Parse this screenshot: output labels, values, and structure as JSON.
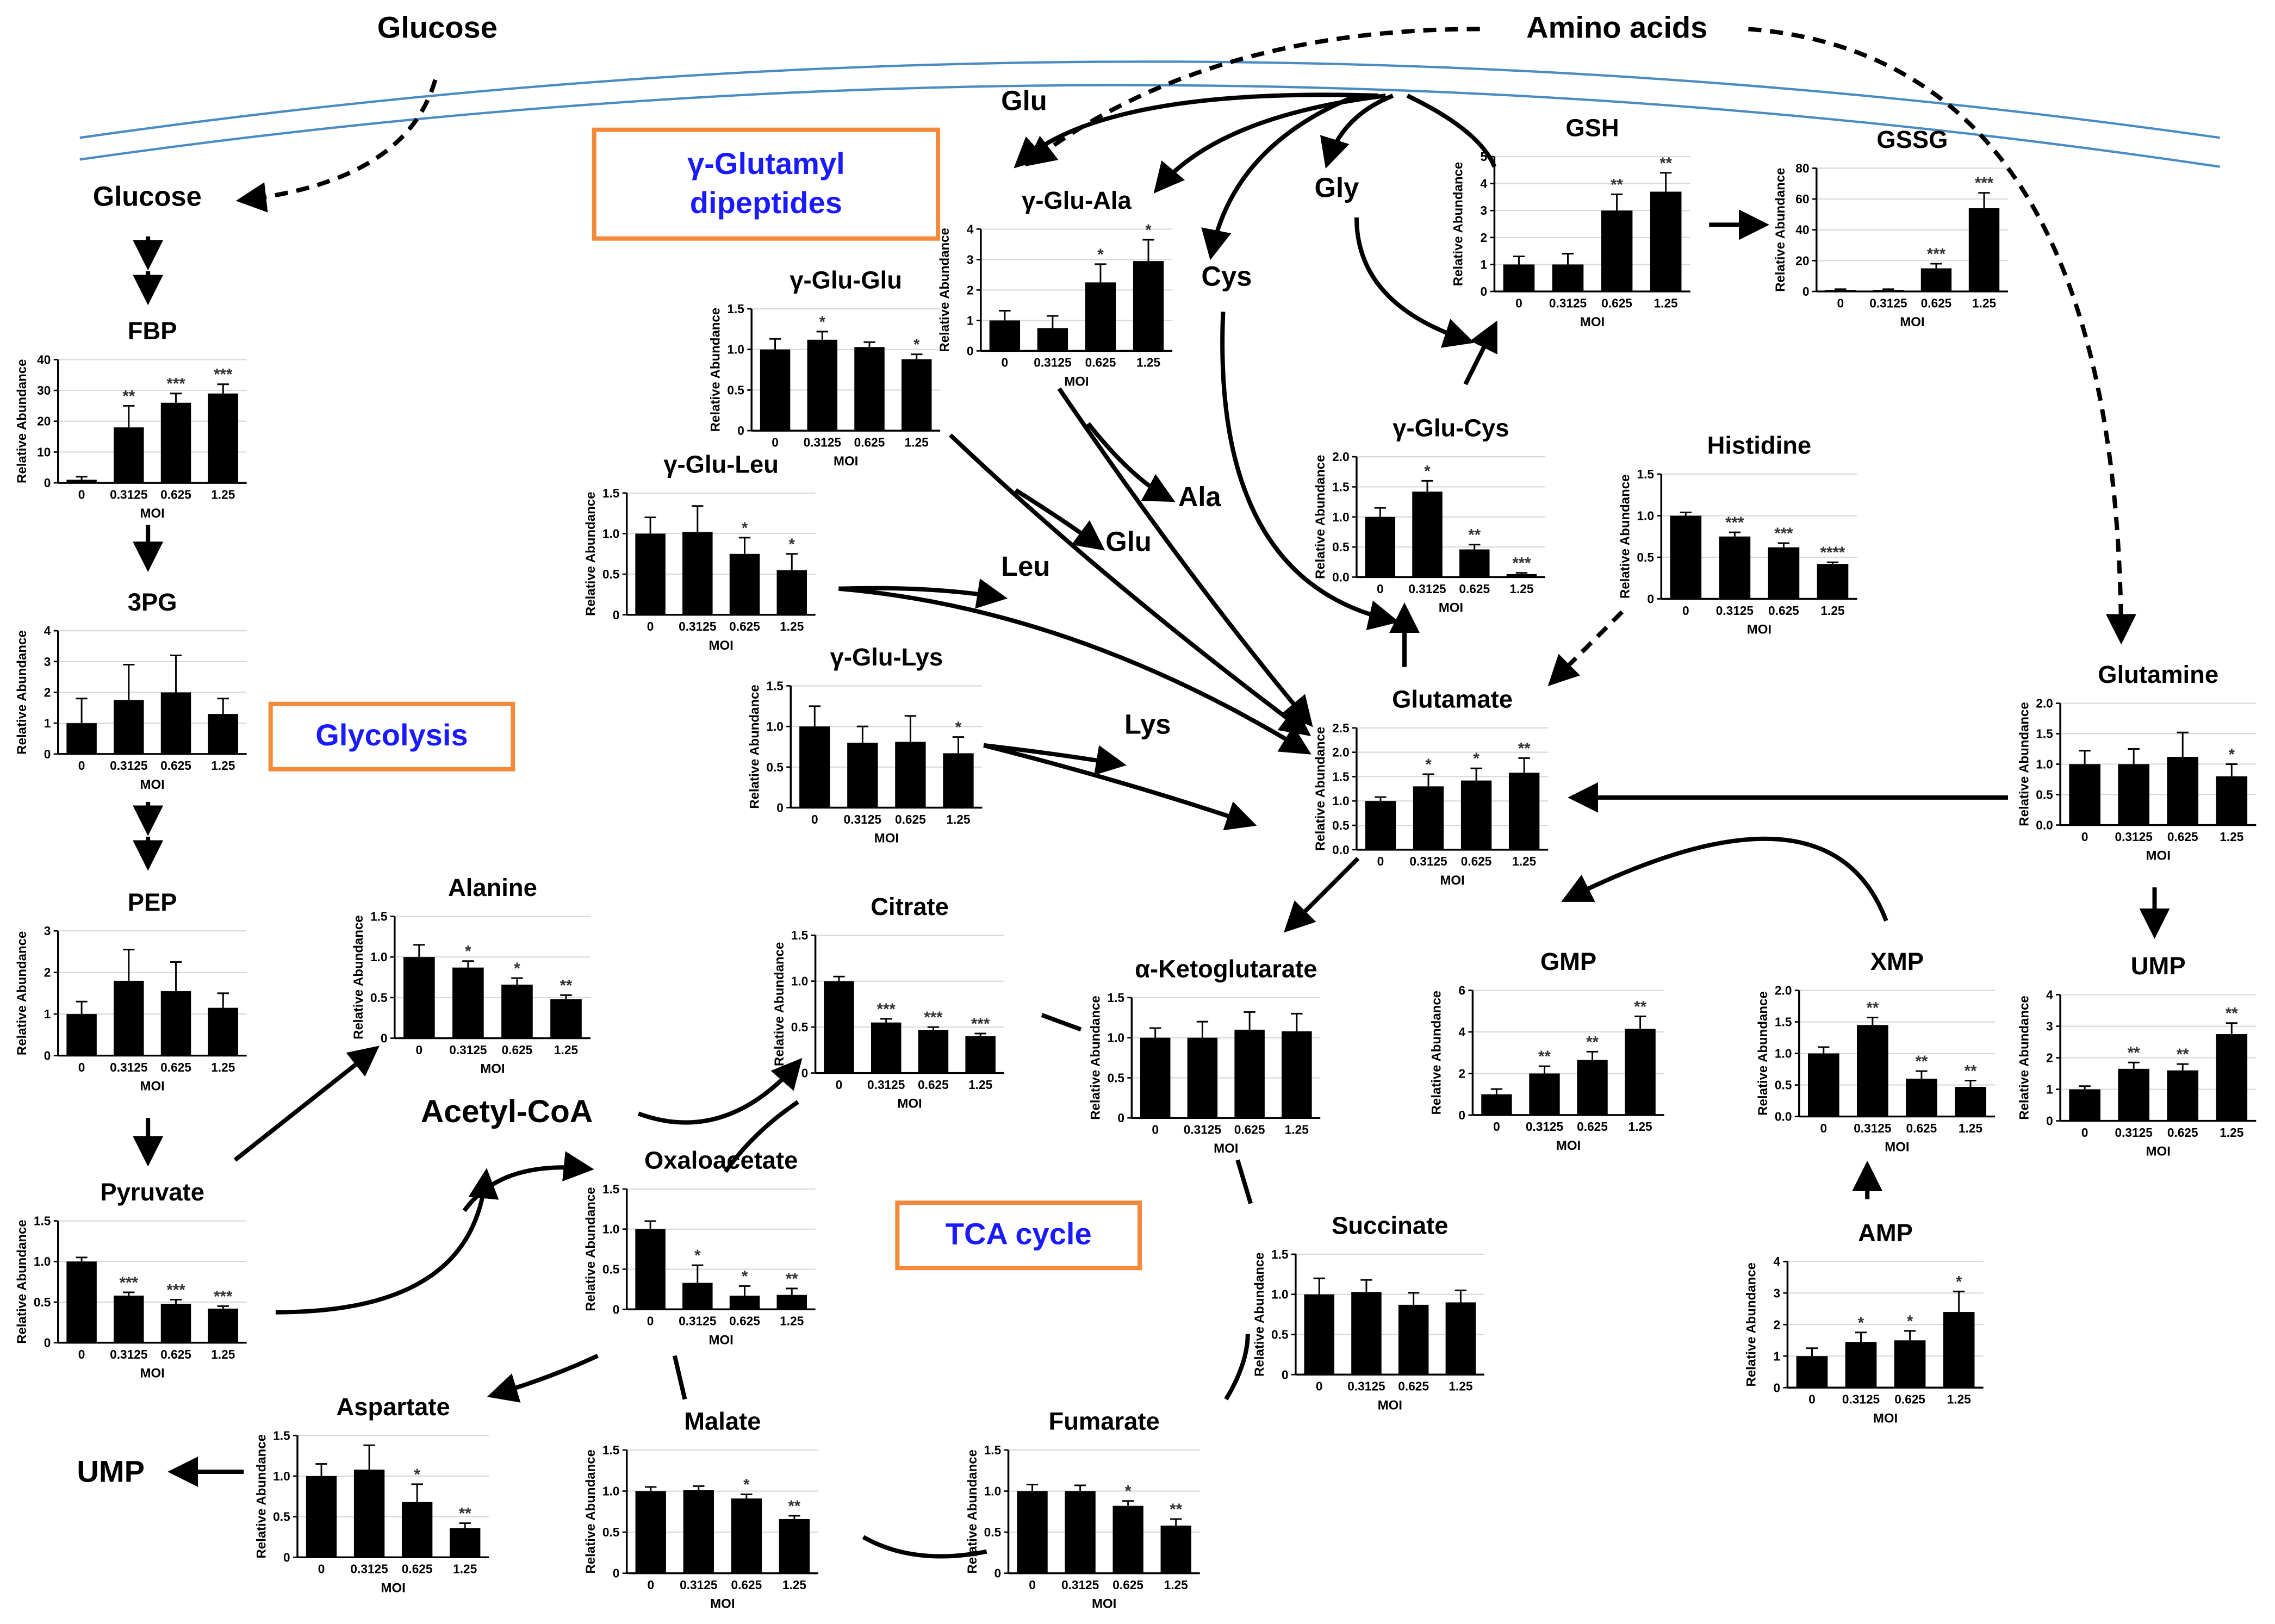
{
  "labels": {
    "glucose_outer": "Glucose",
    "amino_acids": "Amino acids",
    "glucose_inner": "Glucose",
    "glu_top": "Glu",
    "gly": "Gly",
    "cys": "Cys",
    "ala": "Ala",
    "glu_mid": "Glu",
    "leu": "Leu",
    "lys": "Lys",
    "acetyl_coa": "Acetyl-CoA",
    "ump_left": "UMP"
  },
  "boxes": {
    "gamma_glutamyl": "γ-Glutamyl dipeptides",
    "glycolysis": "Glycolysis",
    "tca_cycle": "TCA cycle"
  },
  "chart_data": [
    {
      "id": "fbp",
      "title": "FBP",
      "type": "bar",
      "categories": [
        "0",
        "0.3125",
        "0.625",
        "1.25"
      ],
      "values": [
        1,
        18,
        26,
        29
      ],
      "errors": [
        1,
        7,
        3,
        3
      ],
      "stars": [
        "",
        "**",
        "***",
        "***"
      ],
      "ylim": [
        0,
        40
      ],
      "ticks": [
        "0",
        "10",
        "20",
        "30",
        "40"
      ],
      "ylabel": "Relative Abundance",
      "xlabel": "MOI"
    },
    {
      "id": "pg3",
      "title": "3PG",
      "type": "bar",
      "categories": [
        "0",
        "0.3125",
        "0.625",
        "1.25"
      ],
      "values": [
        1.0,
        1.75,
        2.0,
        1.3
      ],
      "errors": [
        0.8,
        1.15,
        1.2,
        0.5
      ],
      "stars": [
        "",
        "",
        "",
        ""
      ],
      "ylim": [
        0,
        4
      ],
      "ticks": [
        "0",
        "1",
        "2",
        "3",
        "4"
      ],
      "ylabel": "Relative Abundance",
      "xlabel": "MOI"
    },
    {
      "id": "pep",
      "title": "PEP",
      "type": "bar",
      "categories": [
        "0",
        "0.3125",
        "0.625",
        "1.25"
      ],
      "values": [
        1.0,
        1.8,
        1.55,
        1.15
      ],
      "errors": [
        0.3,
        0.75,
        0.7,
        0.35
      ],
      "stars": [
        "",
        "",
        "",
        ""
      ],
      "ylim": [
        0,
        3
      ],
      "ticks": [
        "0",
        "1",
        "2",
        "3"
      ],
      "ylabel": "Relative Abundance",
      "xlabel": "MOI"
    },
    {
      "id": "pyruvate",
      "title": "Pyruvate",
      "type": "bar",
      "categories": [
        "0",
        "0.3125",
        "0.625",
        "1.25"
      ],
      "values": [
        1.0,
        0.58,
        0.48,
        0.42
      ],
      "errors": [
        0.05,
        0.04,
        0.05,
        0.03
      ],
      "stars": [
        "",
        "***",
        "***",
        "***"
      ],
      "ylim": [
        0,
        1.5
      ],
      "ticks": [
        "0",
        "0.5",
        "1.0",
        "1.5"
      ],
      "ylabel": "Relative Abundance",
      "xlabel": "MOI"
    },
    {
      "id": "alanine",
      "title": "Alanine",
      "type": "bar",
      "categories": [
        "0",
        "0.3125",
        "0.625",
        "1.25"
      ],
      "values": [
        1.0,
        0.87,
        0.66,
        0.48
      ],
      "errors": [
        0.15,
        0.08,
        0.08,
        0.05
      ],
      "stars": [
        "",
        "*",
        "*",
        "**"
      ],
      "ylim": [
        0,
        1.5
      ],
      "ticks": [
        "0",
        "0.5",
        "1.0",
        "1.5"
      ],
      "ylabel": "Relative Abundance",
      "xlabel": "MOI"
    },
    {
      "id": "citrate",
      "title": "Citrate",
      "type": "bar",
      "categories": [
        "0",
        "0.3125",
        "0.625",
        "1.25"
      ],
      "values": [
        1.0,
        0.55,
        0.47,
        0.4
      ],
      "errors": [
        0.05,
        0.04,
        0.03,
        0.03
      ],
      "stars": [
        "",
        "***",
        "***",
        "***"
      ],
      "ylim": [
        0,
        1.5
      ],
      "ticks": [
        "0",
        "0.5",
        "1.0",
        "1.5"
      ],
      "ylabel": "Relative Abundance",
      "xlabel": "MOI"
    },
    {
      "id": "oxaloacetate",
      "title": "Oxaloacetate",
      "type": "bar",
      "categories": [
        "0",
        "0.3125",
        "0.625",
        "1.25"
      ],
      "values": [
        1.0,
        0.33,
        0.17,
        0.18
      ],
      "errors": [
        0.1,
        0.22,
        0.12,
        0.08
      ],
      "stars": [
        "",
        "*",
        "*",
        "**"
      ],
      "ylim": [
        0,
        1.5
      ],
      "ticks": [
        "0",
        "0.5",
        "1.0",
        "1.5"
      ],
      "ylabel": "Relative Abundance",
      "xlabel": "MOI"
    },
    {
      "id": "aspartate",
      "title": "Aspartate",
      "type": "bar",
      "categories": [
        "0",
        "0.3125",
        "0.625",
        "1.25"
      ],
      "values": [
        1.0,
        1.08,
        0.68,
        0.36
      ],
      "errors": [
        0.15,
        0.3,
        0.22,
        0.06
      ],
      "stars": [
        "",
        "",
        "*",
        "**"
      ],
      "ylim": [
        0,
        1.5
      ],
      "ticks": [
        "0",
        "0.5",
        "1.0",
        "1.5"
      ],
      "ylabel": "Relative Abundance",
      "xlabel": "MOI"
    },
    {
      "id": "malate",
      "title": "Malate",
      "type": "bar",
      "categories": [
        "0",
        "0.3125",
        "0.625",
        "1.25"
      ],
      "values": [
        1.0,
        1.01,
        0.91,
        0.66
      ],
      "errors": [
        0.05,
        0.05,
        0.05,
        0.04
      ],
      "stars": [
        "",
        "",
        "*",
        "**"
      ],
      "ylim": [
        0,
        1.5
      ],
      "ticks": [
        "0",
        "0.5",
        "1.0",
        "1.5"
      ],
      "ylabel": "Relative Abundance",
      "xlabel": "MOI"
    },
    {
      "id": "fumarate",
      "title": "Fumarate",
      "type": "bar",
      "categories": [
        "0",
        "0.3125",
        "0.625",
        "1.25"
      ],
      "values": [
        1.0,
        1.0,
        0.82,
        0.58
      ],
      "errors": [
        0.08,
        0.07,
        0.06,
        0.08
      ],
      "stars": [
        "",
        "",
        "*",
        "**"
      ],
      "ylim": [
        0,
        1.5
      ],
      "ticks": [
        "0",
        "0.5",
        "1.0",
        "1.5"
      ],
      "ylabel": "Relative Abundance",
      "xlabel": "MOI"
    },
    {
      "id": "succinate",
      "title": "Succinate",
      "type": "bar",
      "categories": [
        "0",
        "0.3125",
        "0.625",
        "1.25"
      ],
      "values": [
        1.0,
        1.03,
        0.87,
        0.9
      ],
      "errors": [
        0.2,
        0.15,
        0.15,
        0.15
      ],
      "stars": [
        "",
        "",
        "",
        ""
      ],
      "ylim": [
        0,
        1.5
      ],
      "ticks": [
        "0",
        "0.5",
        "1.0",
        "1.5"
      ],
      "ylabel": "Relative Abundance",
      "xlabel": "MOI"
    },
    {
      "id": "aketoglutarate",
      "title": "α-Ketoglutarate",
      "type": "bar",
      "categories": [
        "0",
        "0.3125",
        "0.625",
        "1.25"
      ],
      "values": [
        1.0,
        1.0,
        1.1,
        1.08
      ],
      "errors": [
        0.12,
        0.2,
        0.22,
        0.22
      ],
      "stars": [
        "",
        "",
        "",
        ""
      ],
      "ylim": [
        0,
        1.5
      ],
      "ticks": [
        "0",
        "0.5",
        "1.0",
        "1.5"
      ],
      "ylabel": "Relative Abundance",
      "xlabel": "MOI"
    },
    {
      "id": "gluglu",
      "title": "γ-Glu-Glu",
      "type": "bar",
      "categories": [
        "0",
        "0.3125",
        "0.625",
        "1.25"
      ],
      "values": [
        1.0,
        1.12,
        1.03,
        0.88
      ],
      "errors": [
        0.13,
        0.1,
        0.06,
        0.06
      ],
      "stars": [
        "",
        "*",
        "",
        "*"
      ],
      "ylim": [
        0,
        1.5
      ],
      "ticks": [
        "0",
        "0.5",
        "1.0",
        "1.5"
      ],
      "ylabel": "Relative Abundance",
      "xlabel": "MOI"
    },
    {
      "id": "gluleu",
      "title": "γ-Glu-Leu",
      "type": "bar",
      "categories": [
        "0",
        "0.3125",
        "0.625",
        "1.25"
      ],
      "values": [
        1.0,
        1.02,
        0.75,
        0.55
      ],
      "errors": [
        0.2,
        0.32,
        0.2,
        0.2
      ],
      "stars": [
        "",
        "",
        "*",
        "*"
      ],
      "ylim": [
        0,
        1.5
      ],
      "ticks": [
        "0",
        "0.5",
        "1.0",
        "1.5"
      ],
      "ylabel": "Relative Abundance",
      "xlabel": "MOI"
    },
    {
      "id": "glulys",
      "title": "γ-Glu-Lys",
      "type": "bar",
      "categories": [
        "0",
        "0.3125",
        "0.625",
        "1.25"
      ],
      "values": [
        1.0,
        0.8,
        0.81,
        0.67
      ],
      "errors": [
        0.25,
        0.2,
        0.32,
        0.2
      ],
      "stars": [
        "",
        "",
        "",
        "*"
      ],
      "ylim": [
        0,
        1.5
      ],
      "ticks": [
        "0",
        "0.5",
        "1.0",
        "1.5"
      ],
      "ylabel": "Relative Abundance",
      "xlabel": "MOI"
    },
    {
      "id": "gluala",
      "title": "γ-Glu-Ala",
      "type": "bar",
      "categories": [
        "0",
        "0.3125",
        "0.625",
        "1.25"
      ],
      "values": [
        1.0,
        0.75,
        2.25,
        2.95
      ],
      "errors": [
        0.32,
        0.4,
        0.6,
        0.7
      ],
      "stars": [
        "",
        "",
        "*",
        "*"
      ],
      "ylim": [
        0,
        4
      ],
      "ticks": [
        "0",
        "1",
        "2",
        "3",
        "4"
      ],
      "ylabel": "Relative Abundance",
      "xlabel": "MOI"
    },
    {
      "id": "glucys",
      "title": "γ-Glu-Cys",
      "type": "bar",
      "categories": [
        "0",
        "0.3125",
        "0.625",
        "1.25"
      ],
      "values": [
        1.0,
        1.42,
        0.46,
        0.05
      ],
      "errors": [
        0.15,
        0.18,
        0.08,
        0.02
      ],
      "stars": [
        "",
        "*",
        "**",
        "***"
      ],
      "ylim": [
        0,
        2.0
      ],
      "ticks": [
        "0.0",
        "0.5",
        "1.0",
        "1.5",
        "2.0"
      ],
      "ylabel": "Relative Abundance",
      "xlabel": "MOI"
    },
    {
      "id": "glutamate",
      "title": "Glutamate",
      "type": "bar",
      "categories": [
        "0",
        "0.3125",
        "0.625",
        "1.25"
      ],
      "values": [
        1.0,
        1.3,
        1.42,
        1.58
      ],
      "errors": [
        0.08,
        0.25,
        0.25,
        0.3
      ],
      "stars": [
        "",
        "*",
        "*",
        "**"
      ],
      "ylim": [
        0,
        2.5
      ],
      "ticks": [
        "0.0",
        "0.5",
        "1.0",
        "1.5",
        "2.0",
        "2.5"
      ],
      "ylabel": "Relative Abundance",
      "xlabel": "MOI"
    },
    {
      "id": "gsh",
      "title": "GSH",
      "type": "bar",
      "categories": [
        "0",
        "0.3125",
        "0.625",
        "1.25"
      ],
      "values": [
        1.0,
        1.0,
        3.0,
        3.7
      ],
      "errors": [
        0.3,
        0.4,
        0.6,
        0.7
      ],
      "stars": [
        "",
        "",
        "**",
        "**"
      ],
      "ylim": [
        0,
        5
      ],
      "ticks": [
        "0",
        "1",
        "2",
        "3",
        "4",
        "5"
      ],
      "ylabel": "Relative Abundance",
      "xlabel": "MOI"
    },
    {
      "id": "gssg",
      "title": "GSSG",
      "type": "bar",
      "categories": [
        "0",
        "0.3125",
        "0.625",
        "1.25"
      ],
      "values": [
        1,
        1,
        15,
        54
      ],
      "errors": [
        0.5,
        0.5,
        3,
        10
      ],
      "stars": [
        "",
        "",
        "***",
        "***"
      ],
      "ylim": [
        0,
        80
      ],
      "ticks": [
        "0",
        "20",
        "40",
        "60",
        "80"
      ],
      "ylabel": "Relative Abundance",
      "xlabel": "MOI"
    },
    {
      "id": "histidine",
      "title": "Histidine",
      "type": "bar",
      "categories": [
        "0",
        "0.3125",
        "0.625",
        "1.25"
      ],
      "values": [
        1.0,
        0.75,
        0.62,
        0.42
      ],
      "errors": [
        0.04,
        0.05,
        0.05,
        0.02
      ],
      "stars": [
        "",
        "***",
        "***",
        "****"
      ],
      "ylim": [
        0,
        1.5
      ],
      "ticks": [
        "0",
        "0.5",
        "1.0",
        "1.5"
      ],
      "ylabel": "Relative Abundance",
      "xlabel": "MOI"
    },
    {
      "id": "glutamine",
      "title": "Glutamine",
      "type": "bar",
      "categories": [
        "0",
        "0.3125",
        "0.625",
        "1.25"
      ],
      "values": [
        1.0,
        1.0,
        1.12,
        0.8
      ],
      "errors": [
        0.22,
        0.25,
        0.4,
        0.2
      ],
      "stars": [
        "",
        "",
        "",
        "*"
      ],
      "ylim": [
        0,
        2.0
      ],
      "ticks": [
        "0.0",
        "0.5",
        "1.0",
        "1.5",
        "2.0"
      ],
      "ylabel": "Relative Abundance",
      "xlabel": "MOI"
    },
    {
      "id": "gmp",
      "title": "GMP",
      "type": "bar",
      "categories": [
        "0",
        "0.3125",
        "0.625",
        "1.25"
      ],
      "values": [
        1.0,
        2.0,
        2.65,
        4.15
      ],
      "errors": [
        0.25,
        0.35,
        0.4,
        0.6
      ],
      "stars": [
        "",
        "**",
        "**",
        "**"
      ],
      "ylim": [
        0,
        6
      ],
      "ticks": [
        "0",
        "2",
        "4",
        "6"
      ],
      "ylabel": "Relative Abundance",
      "xlabel": "MOI"
    },
    {
      "id": "xmp",
      "title": "XMP",
      "type": "bar",
      "categories": [
        "0",
        "0.3125",
        "0.625",
        "1.25"
      ],
      "values": [
        1.0,
        1.45,
        0.6,
        0.47
      ],
      "errors": [
        0.1,
        0.12,
        0.12,
        0.1
      ],
      "stars": [
        "",
        "**",
        "**",
        "**"
      ],
      "ylim": [
        0,
        2.0
      ],
      "ticks": [
        "0.0",
        "0.5",
        "1.0",
        "1.5",
        "2.0"
      ],
      "ylabel": "Relative Abundance",
      "xlabel": "MOI"
    },
    {
      "id": "ump",
      "title": "UMP",
      "type": "bar",
      "categories": [
        "0",
        "0.3125",
        "0.625",
        "1.25"
      ],
      "values": [
        1.0,
        1.65,
        1.6,
        2.75
      ],
      "errors": [
        0.1,
        0.2,
        0.2,
        0.35
      ],
      "stars": [
        "",
        "**",
        "**",
        "**"
      ],
      "ylim": [
        0,
        4
      ],
      "ticks": [
        "0",
        "1",
        "2",
        "3",
        "4"
      ],
      "ylabel": "Relative Abundance",
      "xlabel": "MOI"
    },
    {
      "id": "amp",
      "title": "AMP",
      "type": "bar",
      "categories": [
        "0",
        "0.3125",
        "0.625",
        "1.25"
      ],
      "values": [
        1.0,
        1.45,
        1.5,
        2.4
      ],
      "errors": [
        0.25,
        0.3,
        0.3,
        0.65
      ],
      "stars": [
        "",
        "*",
        "*",
        "*"
      ],
      "ylim": [
        0,
        4
      ],
      "ticks": [
        "0",
        "1",
        "2",
        "3",
        "4"
      ],
      "ylabel": "Relative Abundance",
      "xlabel": "MOI"
    }
  ]
}
